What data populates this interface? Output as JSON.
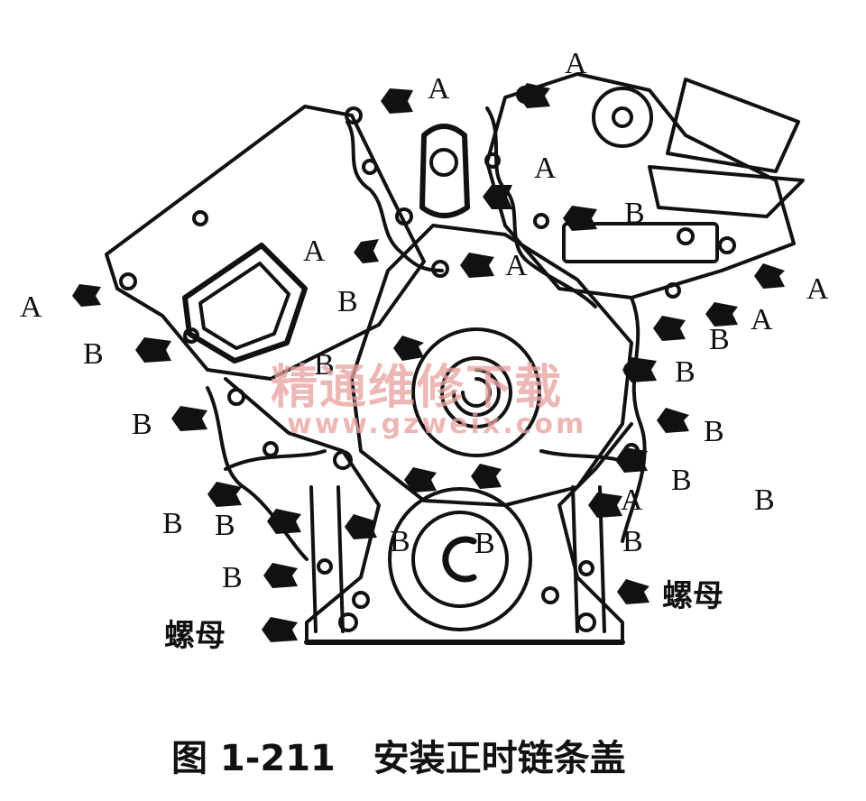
{
  "caption": "图 1-211   安装正时链条盖",
  "watermark": {
    "text_cn": "精通维修下载",
    "url": "www.gzweix.com",
    "color": "#e7a3a0"
  },
  "bolt_labels": {
    "a": "A",
    "b": "B"
  },
  "nut_label": "螺母",
  "colors": {
    "ink": "#111111",
    "background": "#ffffff"
  }
}
